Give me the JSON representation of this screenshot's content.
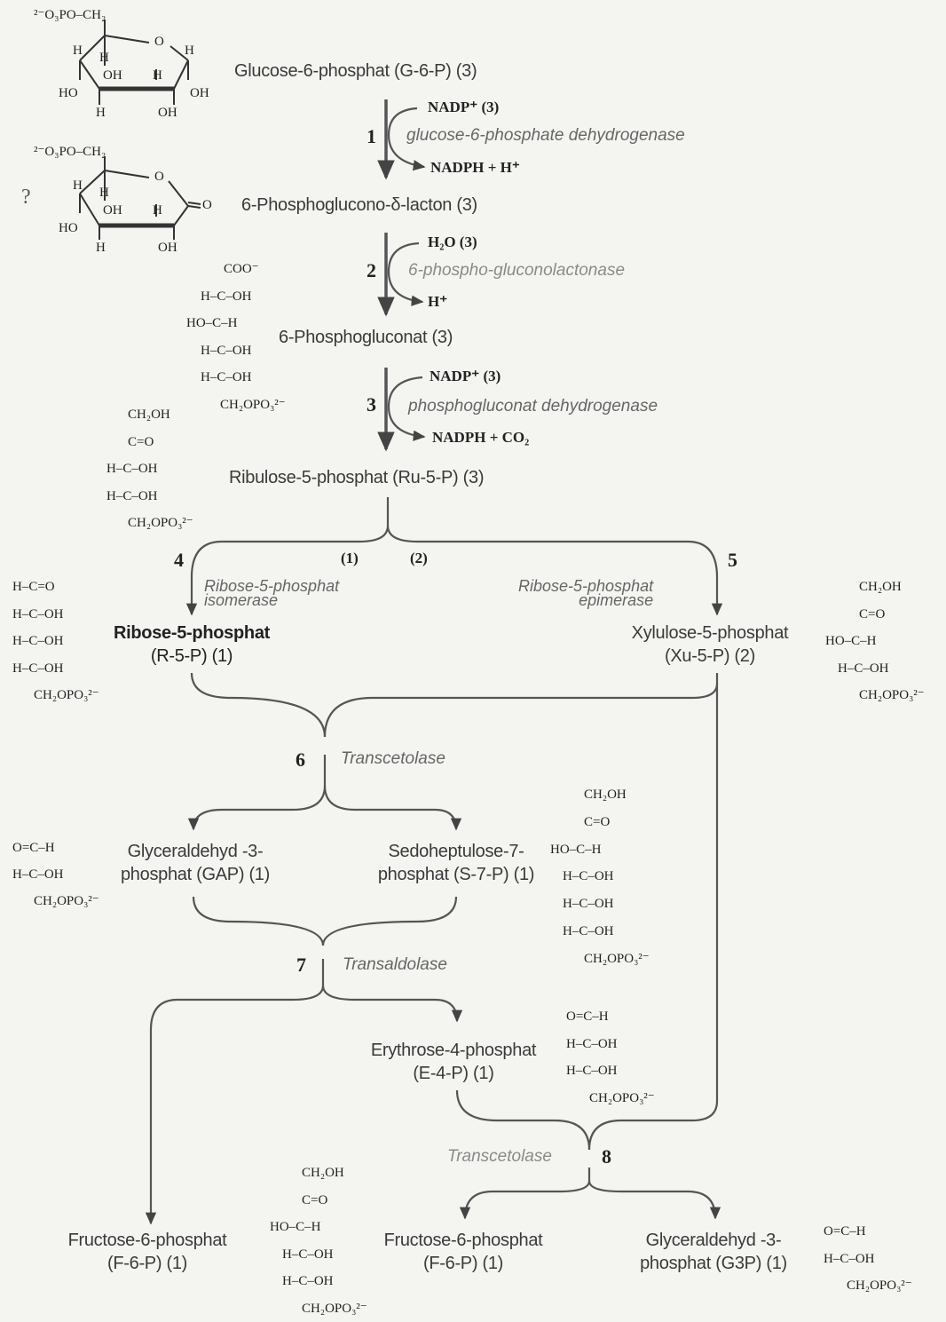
{
  "compounds": {
    "g6p": "Glucose-6-phosphat  (G-6-P) (3)",
    "lacton": "6-Phosphoglucono-δ-lacton  (3)",
    "gluconat": "6-Phosphogluconat  (3)",
    "ru5p": "Ribulose-5-phosphat  (Ru-5-P) (3)",
    "r5p_name": "Ribose-5-phosphat",
    "r5p_abbr": "(R-5-P) (1)",
    "xu5p_name": "Xylulose-5-phosphat",
    "xu5p_abbr": "(Xu-5-P) (2)",
    "gap_l1": "Glyceraldehyd  -3-",
    "gap_l2": "phosphat  (GAP) (1)",
    "s7p_l1": "Sedoheptulose-7-",
    "s7p_l2": "phosphat  (S-7-P) (1)",
    "e4p_l1": "Erythrose-4-phosphat",
    "e4p_l2": "(E-4-P) (1)",
    "f6p_left_l1": "Fructose-6-phosphat",
    "f6p_left_l2": "(F-6-P) (1)",
    "f6p_mid_l1": "Fructose-6-phosphat",
    "f6p_mid_l2": "(F-6-P) (1)",
    "g3p_l1": "Glyceraldehyd  -3-",
    "g3p_l2": "phosphat  (G3P) (1)"
  },
  "steps": [
    "1",
    "2",
    "3",
    "4",
    "5",
    "6",
    "7",
    "8"
  ],
  "enzymes": {
    "e1": "glucose-6-phosphate dehydrogenase",
    "e2": "6-phospho-gluconolactonase",
    "e3": "phosphogluconat  dehydrogenase",
    "e4_l1": "Ribose-5-phosphat",
    "e4_l2": "isomerase",
    "e5_l1": "Ribose-5-phosphat",
    "e5_l2": "epimerase",
    "e6": "Transcetolase",
    "e7": "Transaldolase",
    "e8": "Transcetolase"
  },
  "cofactors": {
    "s1_in": "NADP⁺ (3)",
    "s1_out": "NADPH + H⁺",
    "s2_in": "H₂O (3)",
    "s2_out": "H⁺",
    "s3_in": "NADP⁺ (3)",
    "s3_out": "NADPH + CO₂"
  },
  "branch_labels": {
    "left": "(1)",
    "right": "(2)"
  },
  "question_mark": "?",
  "structures": {
    "g6p_ring": {
      "phosphate": "²⁻O₃PO–CH₂",
      "atoms": [
        "H",
        "H",
        "O",
        "H",
        "OH",
        "H",
        "HO",
        "OH",
        "H",
        "OH"
      ]
    },
    "lacton_ring": {
      "phosphate": "²⁻O₃PO–CH₂",
      "atoms": [
        "H",
        "H",
        "O",
        "OH",
        "H",
        "O",
        "HO",
        "H",
        "OH"
      ]
    },
    "gluconat": [
      "COO⁻",
      "H–C–OH",
      "HO–C–H",
      "H–C–OH",
      "H–C–OH",
      "CH₂OPO₃²⁻"
    ],
    "ru5p": [
      "CH₂OH",
      "C=O",
      "H–C–OH",
      "H–C–OH",
      "CH₂OPO₃²⁻"
    ],
    "r5p": [
      "H–C=O",
      "H–C–OH",
      "H–C–OH",
      "H–C–OH",
      "CH₂OPO₃²⁻"
    ],
    "xu5p": [
      "CH₂OH",
      "C=O",
      "HO–C–H",
      "H–C–OH",
      "CH₂OPO₃²⁻"
    ],
    "gap": [
      "O=C–H",
      "H–C–OH",
      "CH₂OPO₃²⁻"
    ],
    "s7p": [
      "CH₂OH",
      "C=O",
      "HO–C–H",
      "H–C–OH",
      "H–C–OH",
      "H–C–OH",
      "CH₂OPO₃²⁻"
    ],
    "e4p": [
      "O=C–H",
      "H–C–OH",
      "H–C–OH",
      "CH₂OPO₃²⁻"
    ],
    "f6p": [
      "CH₂OH",
      "C=O",
      "HO–C–H",
      "H–C–OH",
      "H–C–OH",
      "CH₂OPO₃²⁻"
    ],
    "g3p": [
      "O=C–H",
      "H–C–OH",
      "CH₂OPO₃²⁻"
    ]
  }
}
